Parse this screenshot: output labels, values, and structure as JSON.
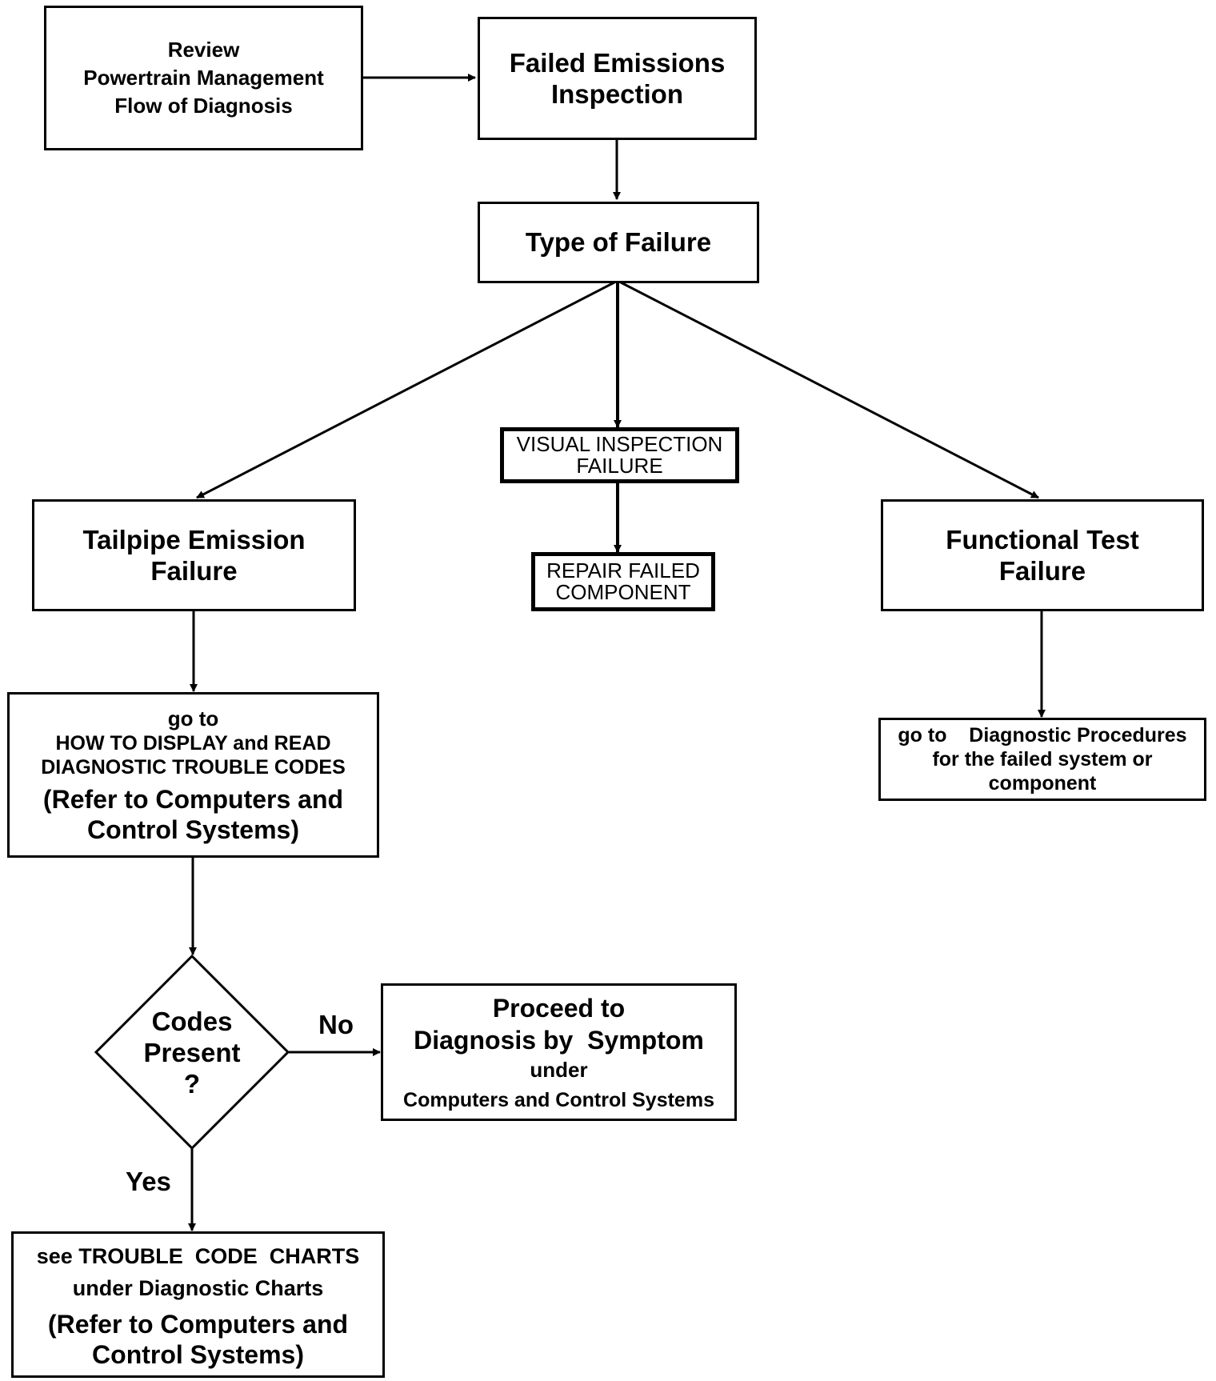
{
  "review": {
    "line1": "Review",
    "line2": "Powertrain Management",
    "line3": "Flow of Diagnosis"
  },
  "failed_emissions": {
    "line1": "Failed Emissions",
    "line2": "Inspection"
  },
  "type_of_failure": {
    "label": "Type of Failure"
  },
  "visual_inspection": {
    "line1": "VISUAL INSPECTION",
    "line2": "FAILURE"
  },
  "repair": {
    "line1": "REPAIR FAILED",
    "line2": "COMPONENT"
  },
  "tailpipe": {
    "line1": "Tailpipe Emission",
    "line2": "Failure"
  },
  "functional": {
    "line1": "Functional Test",
    "line2": "Failure"
  },
  "goto_dtc": {
    "line1": "go to",
    "line2": "HOW TO DISPLAY and READ",
    "line3": "DIAGNOSTIC TROUBLE CODES",
    "line4": "(Refer to Computers and",
    "line5": "Control Systems)"
  },
  "goto_diag": {
    "line1": "go to    Diagnostic Procedures",
    "line2": "for the failed system or",
    "line3": "component"
  },
  "decision": {
    "line1": "Codes",
    "line2": "Present",
    "line3": "?"
  },
  "no_label": "No",
  "yes_label": "Yes",
  "proceed": {
    "line1": "Proceed to",
    "line2": "Diagnosis by  Symptom",
    "line3": "under",
    "line4": "Computers and Control Systems"
  },
  "trouble": {
    "line1": "see TROUBLE  CODE  CHARTS",
    "line2": "under Diagnostic Charts",
    "line3": "(Refer to Computers and",
    "line4": "Control Systems)"
  }
}
